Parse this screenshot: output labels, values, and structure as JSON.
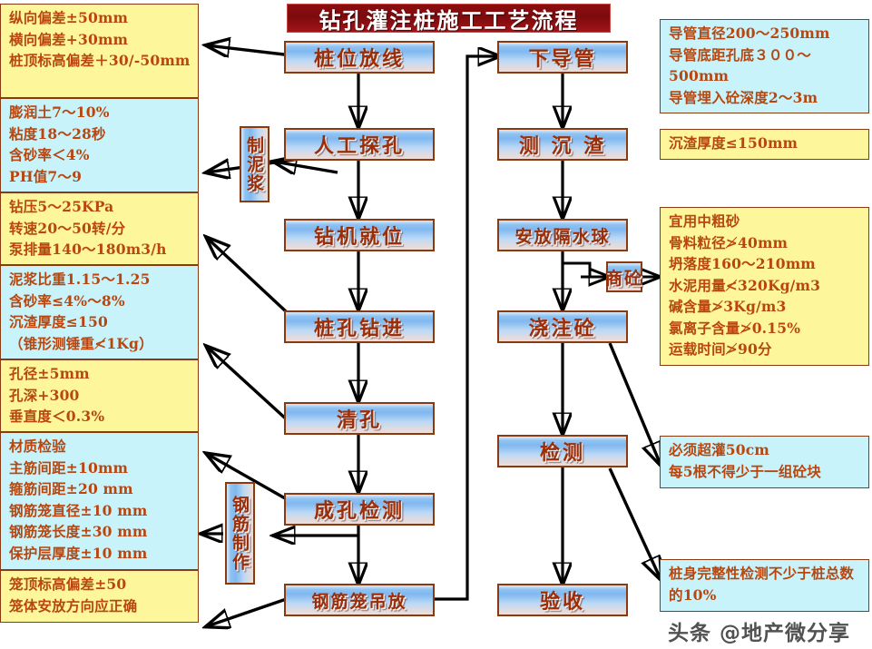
{
  "title": "钻孔灌注桩施工工艺流程",
  "watermark": "头条 @地产微分享",
  "colors": {
    "note_yellow": "#fdf69b",
    "note_cyan": "#c8f3fb",
    "note_border": "#8a3a10",
    "note_text": "#b8460e",
    "node_text": "#9b2d08",
    "node_border": "#8a3a10",
    "title_bg": "#7c0b0d",
    "title_text": "#ffffff"
  },
  "left_notes": [
    {
      "fill": "yellow",
      "lines": [
        "纵向偏差±50mm",
        "横向偏差+30mm",
        "桩顶标高偏差＋30/-50mm"
      ]
    },
    {
      "fill": "cyan",
      "lines": [
        "膨润土7～10%",
        "粘度18～28秒",
        "含砂率＜4%",
        "PH值7～9"
      ]
    },
    {
      "fill": "yellow",
      "lines": [
        "钻压5～25KPa",
        "转速20～50转/分",
        "泵排量140～180m3/h"
      ]
    },
    {
      "fill": "cyan",
      "lines": [
        "泥浆比重1.15～1.25",
        "含砂率≤4%～8%",
        "沉渣厚度≤150",
        "（锥形测锤重≮1Kg）"
      ]
    },
    {
      "fill": "yellow",
      "lines": [
        "孔径±5mm",
        "孔深+300",
        "垂直度＜0.3%"
      ]
    },
    {
      "fill": "cyan",
      "lines": [
        "材质检验",
        "主筋间距±10mm",
        "箍筋间距±20 mm",
        "钢筋笼直径±10 mm",
        "钢筋笼长度±30 mm",
        "保护层厚度±10 mm"
      ]
    },
    {
      "fill": "yellow",
      "lines": [
        "笼顶标高偏差±50",
        "笼体安放方向应正确"
      ]
    }
  ],
  "right_notes": [
    {
      "fill": "cyan",
      "lines": [
        "导管直径200～250mm",
        "导管底距孔底３００～500mm",
        "导管埋入砼深度2～3m"
      ]
    },
    {
      "fill": "yellow",
      "lines": [
        "沉渣厚度≤150mm"
      ]
    },
    {
      "fill": "yellow",
      "lines": [
        "宜用中粗砂",
        "骨料粒径≯40mm",
        "坍落度160～210mm",
        "水泥用量≮320Kg/m3",
        "碱含量≯3Kg/m3",
        "氯离子含量≯0.15%",
        "运载时间≯90分"
      ]
    },
    {
      "fill": "cyan",
      "lines": [
        "必须超灌50cm",
        "每5根不得少于一组砼块"
      ]
    },
    {
      "fill": "cyan",
      "lines": [
        "桩身完整性检测不少于桩总数的10%"
      ]
    }
  ],
  "left_column_nodes": [
    {
      "key": "zhuangweifangxian",
      "label": "桩位放线"
    },
    {
      "key": "rengongtankong",
      "label": "人工探孔"
    },
    {
      "key": "zuanjijiuwei",
      "label": "钻机就位"
    },
    {
      "key": "zhuangkongzuanjin",
      "label": "桩孔钻进"
    },
    {
      "key": "qingkong",
      "label": "清孔"
    },
    {
      "key": "chengkongjiance",
      "label": "成孔检测"
    },
    {
      "key": "gangjinlongdiaofang",
      "label": "钢筋笼吊放"
    }
  ],
  "right_column_nodes": [
    {
      "key": "xiadaoguan",
      "label": "下导管"
    },
    {
      "key": "cechenzha",
      "label": "测 沉 渣"
    },
    {
      "key": "anfanggeshuiqiu",
      "label": "安放隔水球"
    },
    {
      "key": "jiaozhuting",
      "label": "浇注砼"
    },
    {
      "key": "jiance",
      "label": "检测"
    },
    {
      "key": "yanshou",
      "label": "验收"
    }
  ],
  "side_nodes": [
    {
      "key": "zhinijiang",
      "label": "制泥浆"
    },
    {
      "key": "gangjinzhizuo",
      "label": "钢筋制作"
    },
    {
      "key": "shangtong",
      "label": "商砼"
    }
  ]
}
